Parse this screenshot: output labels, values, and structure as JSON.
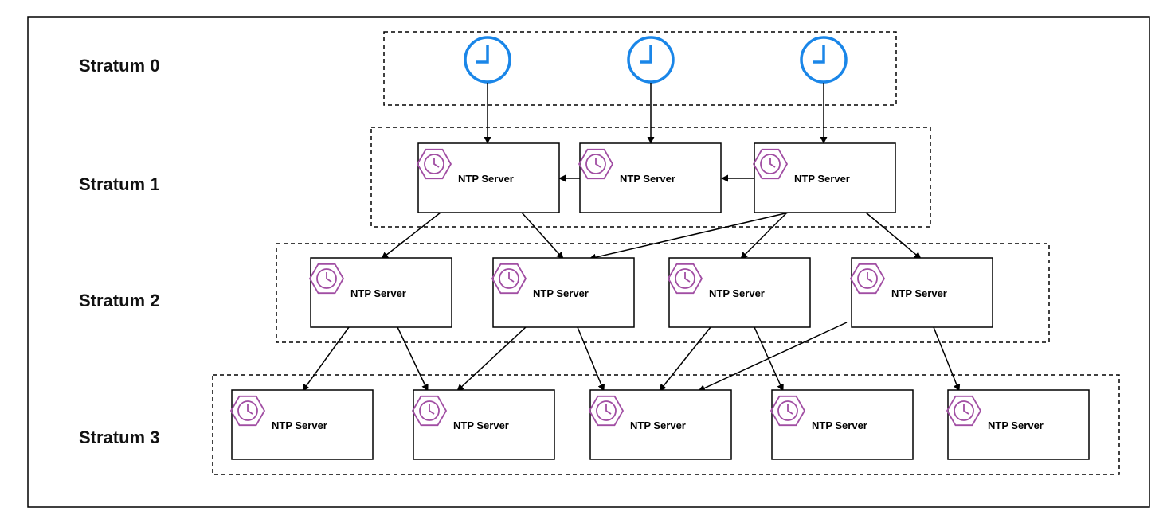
{
  "strata": [
    {
      "label": "Stratum 0"
    },
    {
      "label": "Stratum 1"
    },
    {
      "label": "Stratum 2"
    },
    {
      "label": "Stratum 3"
    }
  ],
  "reference_clocks": [
    {
      "icon": "clock-icon"
    },
    {
      "icon": "clock-icon"
    },
    {
      "icon": "clock-icon"
    }
  ],
  "servers": {
    "stratum1": [
      {
        "label": "NTP Server",
        "icon": "ntp-server-icon"
      },
      {
        "label": "NTP Server",
        "icon": "ntp-server-icon"
      },
      {
        "label": "NTP Server",
        "icon": "ntp-server-icon"
      }
    ],
    "stratum2": [
      {
        "label": "NTP Server",
        "icon": "ntp-server-icon"
      },
      {
        "label": "NTP Server",
        "icon": "ntp-server-icon"
      },
      {
        "label": "NTP Server",
        "icon": "ntp-server-icon"
      },
      {
        "label": "NTP Server",
        "icon": "ntp-server-icon"
      }
    ],
    "stratum3": [
      {
        "label": "NTP Server",
        "icon": "ntp-server-icon"
      },
      {
        "label": "NTP Server",
        "icon": "ntp-server-icon"
      },
      {
        "label": "NTP Server",
        "icon": "ntp-server-icon"
      },
      {
        "label": "NTP Server",
        "icon": "ntp-server-icon"
      },
      {
        "label": "NTP Server",
        "icon": "ntp-server-icon"
      }
    ]
  },
  "colors": {
    "clock_blue": "#1a86e8",
    "server_icon_purple": "#a14ea3",
    "border": "#000000"
  }
}
